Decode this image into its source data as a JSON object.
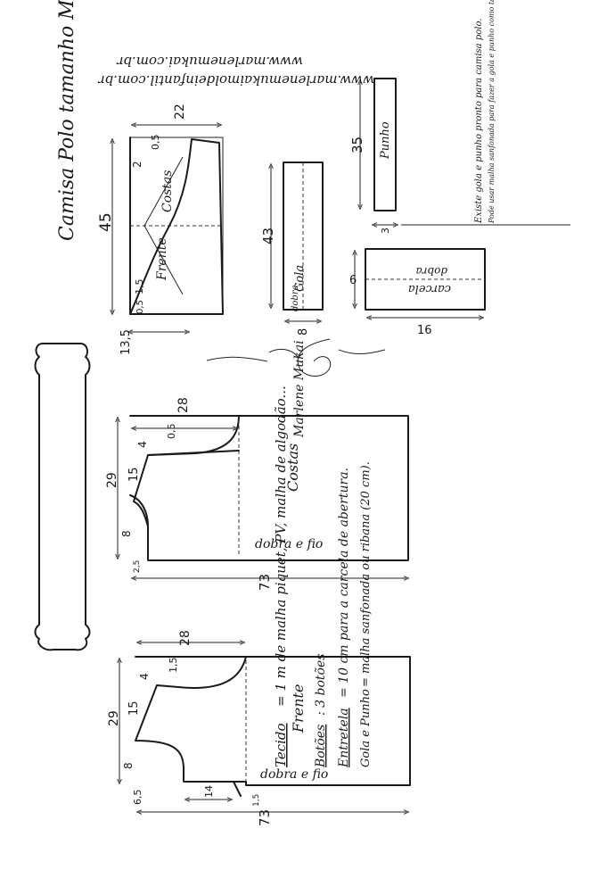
{
  "title": "Camisa Polo tamanho M",
  "website": [
    "www.marlenemukaimoldeinfantil.com.br",
    "www.marlenemukai.com.br"
  ],
  "signature": "Marlene Mukai",
  "punho": {
    "label": "Punho",
    "length": "35",
    "width": "3"
  },
  "gola": {
    "label": "Gola",
    "fold": "dobra",
    "length": "43",
    "width": "8"
  },
  "carcela": {
    "label": "carcela",
    "fold": "dobra",
    "height": "6",
    "width": "16"
  },
  "notes": [
    "Existe gola e punho pronto para camisa polo.",
    "Pode usar malha sanfonada para fazer a gola e punho como também a própria malha para fazer a gola e punhos. Neste caso, entretele também a gola e punho."
  ],
  "manga": {
    "labels": {
      "back": "Costas",
      "front": "Frente"
    },
    "dims": {
      "height": "45",
      "top": "22",
      "cap_b": "2",
      "cap_c": "0,5",
      "cap_d": "1,5",
      "cap_e": "0,5",
      "bottom": "13,5"
    }
  },
  "costas": {
    "label": "Costas",
    "fold": "dobra e fio",
    "dims": {
      "width": "28",
      "length": "73",
      "armhole": "29",
      "shoulder": "15",
      "shoulder_drop": "4",
      "cap": "0,5",
      "neck": "8",
      "neck_drop": "2,5"
    }
  },
  "frente": {
    "label": "Frente",
    "fold": "dobra e fio",
    "dims": {
      "width": "28",
      "length": "73",
      "armhole": "29",
      "shoulder": "15",
      "shoulder_drop": "4",
      "cap": "1,5",
      "neck": "8",
      "neck_side": "6,5",
      "placket": "14",
      "placket_w": "1,5"
    }
  },
  "materials": [
    {
      "label": "Tecido",
      "value": "= 1 m   de   malha piquet, PV, malha de algodão..."
    },
    {
      "label": "Botões",
      "value": ": 3 botões"
    },
    {
      "label": "Entretela",
      "value": "= 10 cm  para a carcela de abertura."
    },
    {
      "label": "Gola e Punho",
      "value": "= malha sanfonada ou ribana (20 cm)."
    }
  ]
}
